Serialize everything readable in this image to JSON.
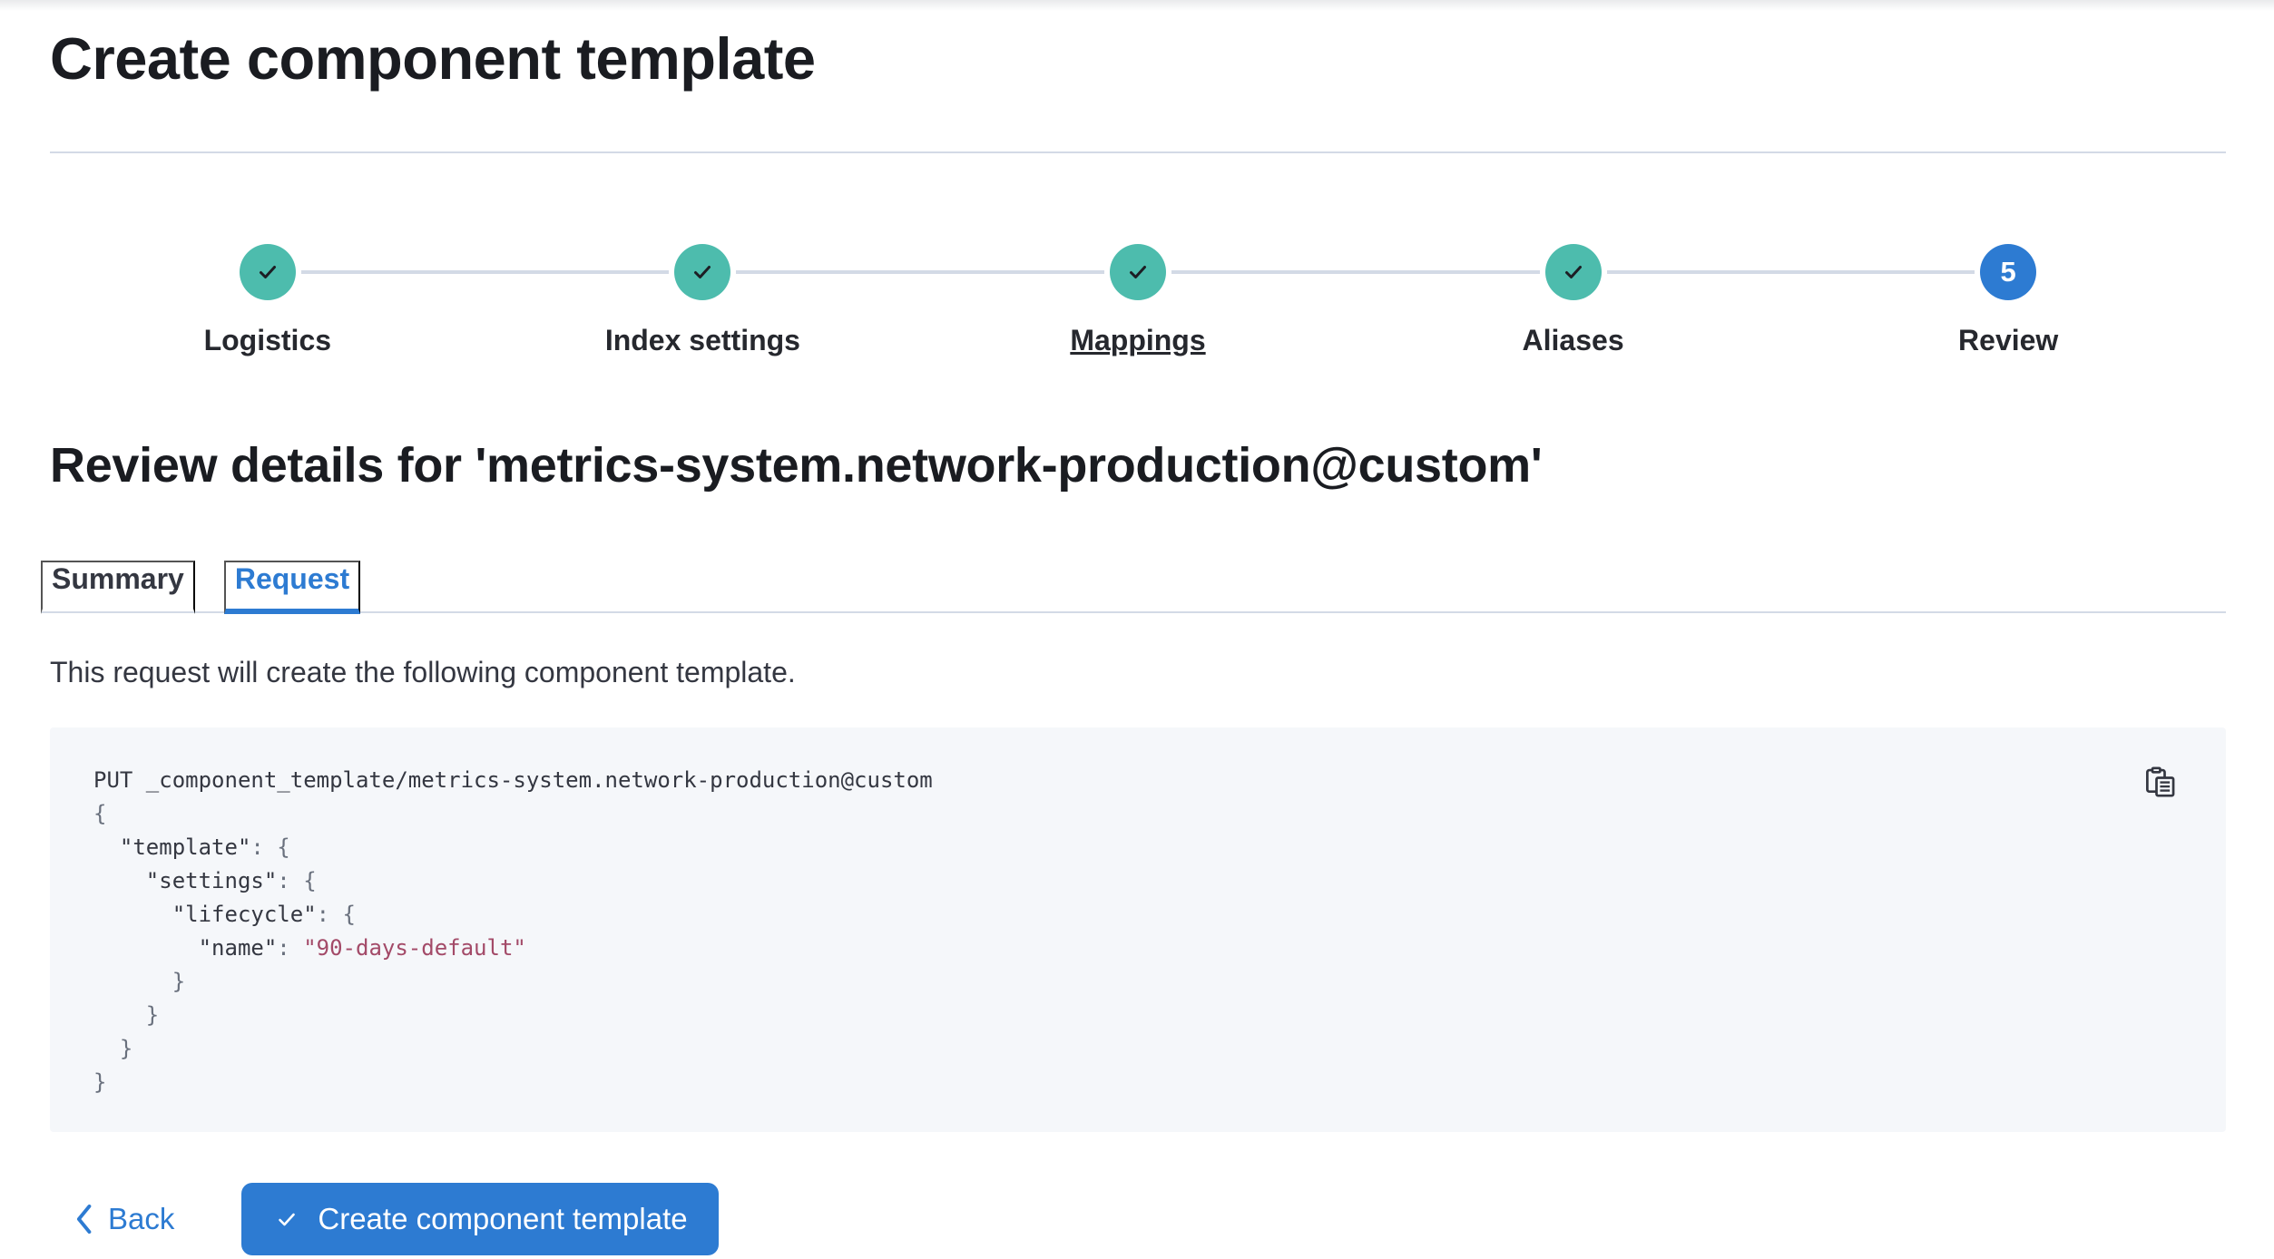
{
  "page": {
    "title": "Create component template"
  },
  "stepper": {
    "steps": [
      {
        "label": "Logistics",
        "status": "complete"
      },
      {
        "label": "Index settings",
        "status": "complete"
      },
      {
        "label": "Mappings",
        "status": "complete"
      },
      {
        "label": "Aliases",
        "status": "complete"
      },
      {
        "label": "Review",
        "status": "current",
        "number": "5"
      }
    ]
  },
  "review": {
    "heading": "Review details for 'metrics-system.network-production@custom'",
    "tabs": [
      {
        "label": "Summary",
        "active": false
      },
      {
        "label": "Request",
        "active": true
      }
    ],
    "description": "This request will create the following component template."
  },
  "code_block": {
    "copy_icon": "copy-clipboard-icon",
    "lines": [
      [
        {
          "t": "plain",
          "x": "PUT _component_template/metrics-system.network-production@custom"
        }
      ],
      [
        {
          "t": "punct",
          "x": "{"
        }
      ],
      [
        {
          "t": "plain",
          "x": "  \"template\""
        },
        {
          "t": "punct",
          "x": ": {"
        }
      ],
      [
        {
          "t": "plain",
          "x": "    \"settings\""
        },
        {
          "t": "punct",
          "x": ": {"
        }
      ],
      [
        {
          "t": "plain",
          "x": "      \"lifecycle\""
        },
        {
          "t": "punct",
          "x": ": {"
        }
      ],
      [
        {
          "t": "plain",
          "x": "        \"name\""
        },
        {
          "t": "punct",
          "x": ": "
        },
        {
          "t": "string",
          "x": "\"90-days-default\""
        }
      ],
      [
        {
          "t": "punct",
          "x": "      }"
        }
      ],
      [
        {
          "t": "punct",
          "x": "    }"
        }
      ],
      [
        {
          "t": "punct",
          "x": "  }"
        }
      ],
      [
        {
          "t": "punct",
          "x": "}"
        }
      ]
    ]
  },
  "footer": {
    "back_label": "Back",
    "submit_label": "Create component template"
  },
  "colors": {
    "accent": "#2D7BD2",
    "teal": "#4DBCAD",
    "divider": "#D3DAE6",
    "heading": "#1A1C21",
    "body": "#343741",
    "code-bg": "#F5F7FA",
    "code-punct": "#69707D",
    "code-string": "#A34A68"
  }
}
